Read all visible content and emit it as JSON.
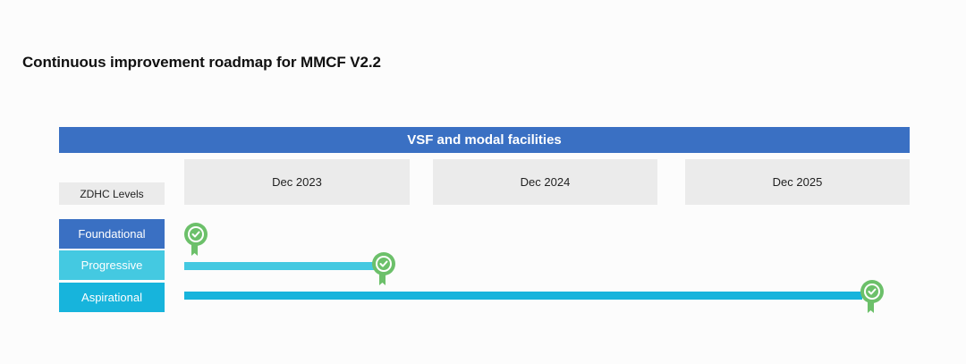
{
  "title": "Continuous improvement roadmap for MMCF V2.2",
  "banner": "VSF and modal facilities",
  "levels_header": "ZDHC Levels",
  "milestones": [
    "Dec 2023",
    "Dec 2024",
    "Dec 2025"
  ],
  "levels": [
    {
      "label": "Foundational",
      "color": "#3a70c3",
      "target": "Dec 2023",
      "bar_color": null
    },
    {
      "label": "Progressive",
      "color": "#44c9e1",
      "target": "Dec 2023",
      "bar_color": "#44c9e1"
    },
    {
      "label": "Aspirational",
      "color": "#17b4dc",
      "target": "Dec 2025",
      "bar_color": "#17b4dc"
    }
  ],
  "icons": {
    "milestone": "award-ribbon-icon",
    "ribbon_color": "#6cc06a"
  }
}
